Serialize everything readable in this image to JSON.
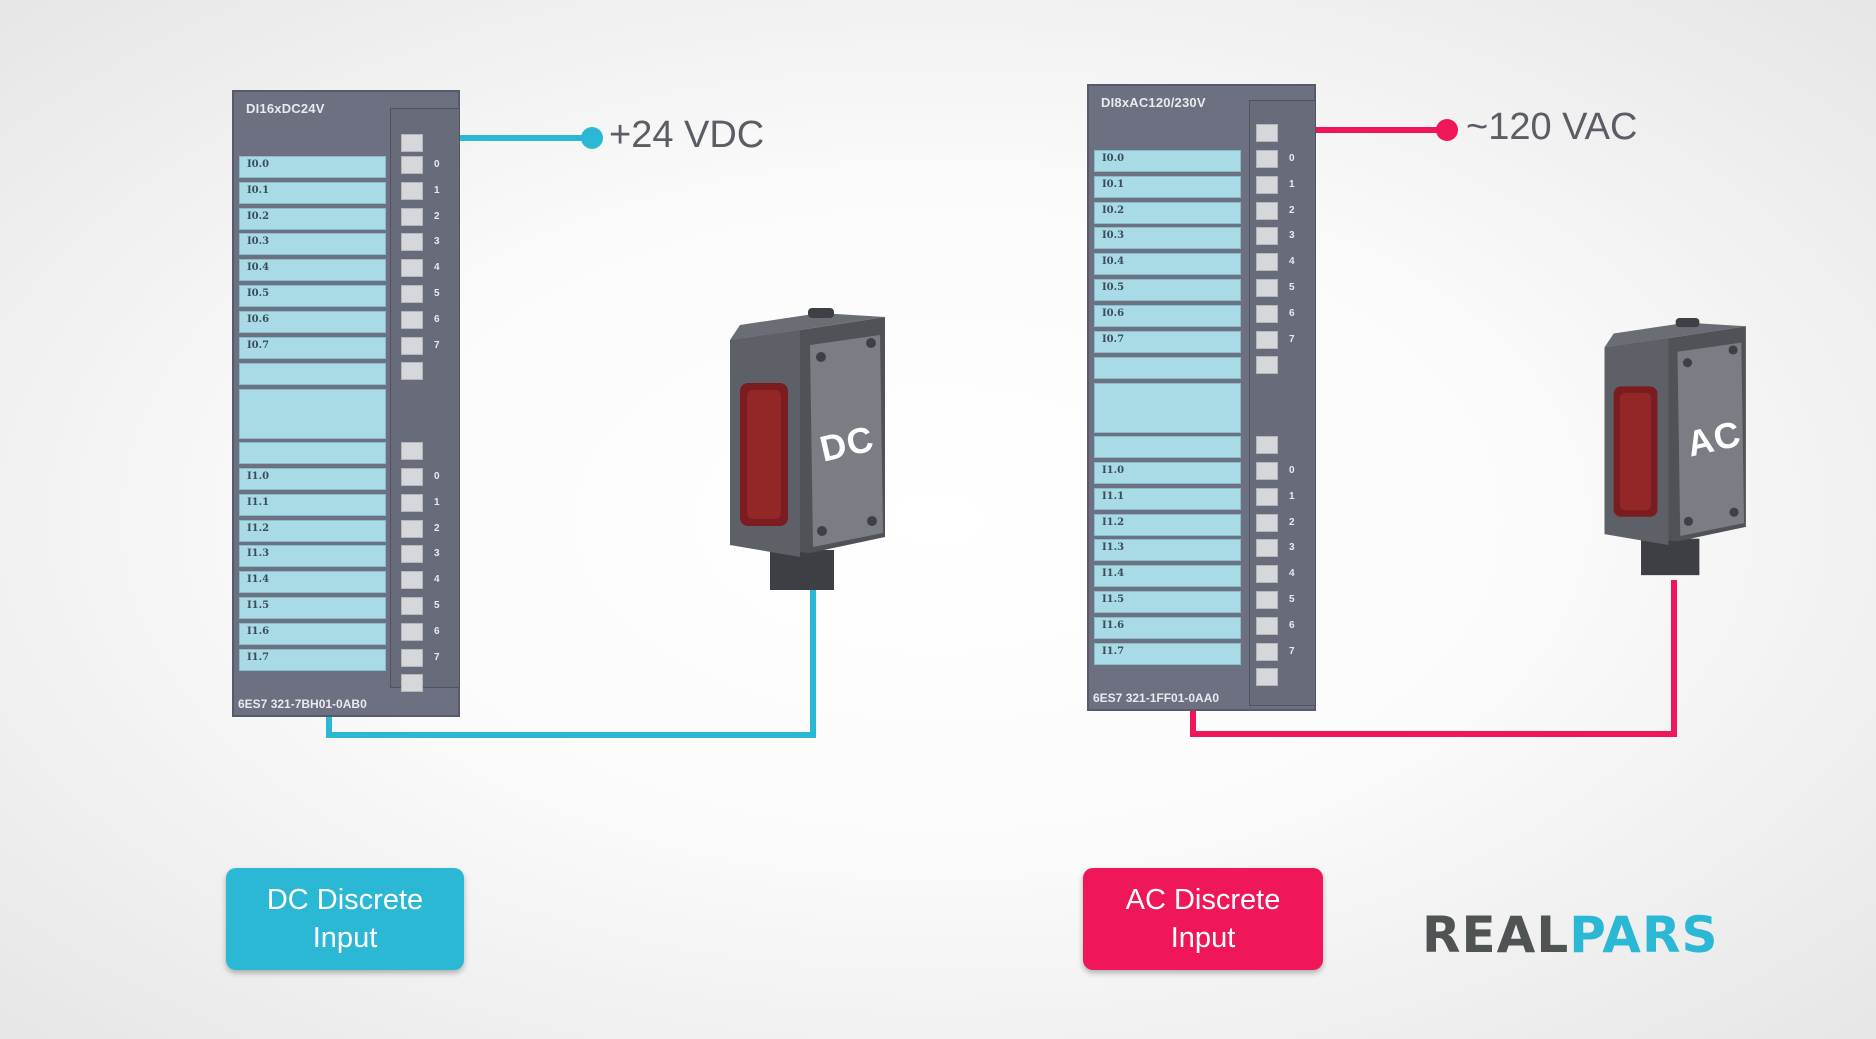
{
  "colors": {
    "dc": "#2bb8d4",
    "ac": "#ef1659",
    "module": "#6c7080",
    "slot": "#a9dbe6"
  },
  "dc_module": {
    "title": "DI16xDC24V",
    "part_number": "6ES7 321-7BH01-0AB0",
    "group_a": [
      "I0.0",
      "I0.1",
      "I0.2",
      "I0.3",
      "I0.4",
      "I0.5",
      "I0.6",
      "I0.7"
    ],
    "group_b": [
      "I1.0",
      "I1.1",
      "I1.2",
      "I1.3",
      "I1.4",
      "I1.5",
      "I1.6",
      "I1.7"
    ],
    "channel_numbers": [
      "0",
      "1",
      "2",
      "3",
      "4",
      "5",
      "6",
      "7"
    ]
  },
  "ac_module": {
    "title": "DI8xAC120/230V",
    "part_number": "6ES7 321-1FF01-0AA0",
    "group_a": [
      "I0.0",
      "I0.1",
      "I0.2",
      "I0.3",
      "I0.4",
      "I0.5",
      "I0.6",
      "I0.7"
    ],
    "group_b": [
      "I1.0",
      "I1.1",
      "I1.2",
      "I1.3",
      "I1.4",
      "I1.5",
      "I1.6",
      "I1.7"
    ],
    "channel_numbers": [
      "0",
      "1",
      "2",
      "3",
      "4",
      "5",
      "6",
      "7"
    ]
  },
  "dc_supply_label": "+24 VDC",
  "ac_supply_label": "~120 VAC",
  "dc_sensor_label": "DC",
  "ac_sensor_label": "AC",
  "dc_badge": {
    "line1": "DC Discrete",
    "line2": "Input"
  },
  "ac_badge": {
    "line1": "AC Discrete",
    "line2": "Input"
  },
  "logo": {
    "part1": "REAL",
    "part2": "PARS"
  }
}
